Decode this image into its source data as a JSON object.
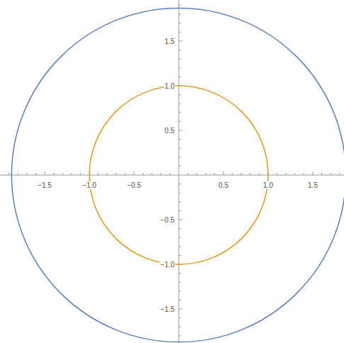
{
  "diagram": {
    "labels": [
      "−1.5",
      "−1.0",
      "−0.5",
      "0.5",
      "1.0",
      "1.5",
      "1.5",
      "1.0",
      "0.5",
      "−0.5",
      "−1.0",
      "−1.5"
    ]
  }
}
